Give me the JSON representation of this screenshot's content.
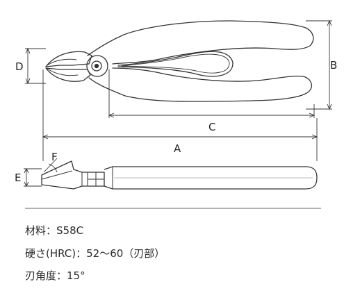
{
  "dimension_labels": {
    "a": "A",
    "b": "B",
    "c": "C",
    "d": "D",
    "e": "E",
    "f": "F"
  },
  "specs": [
    "材料：S58C",
    "硬さ(HRC)：52〜60（刃部）",
    "刃角度：15°"
  ]
}
